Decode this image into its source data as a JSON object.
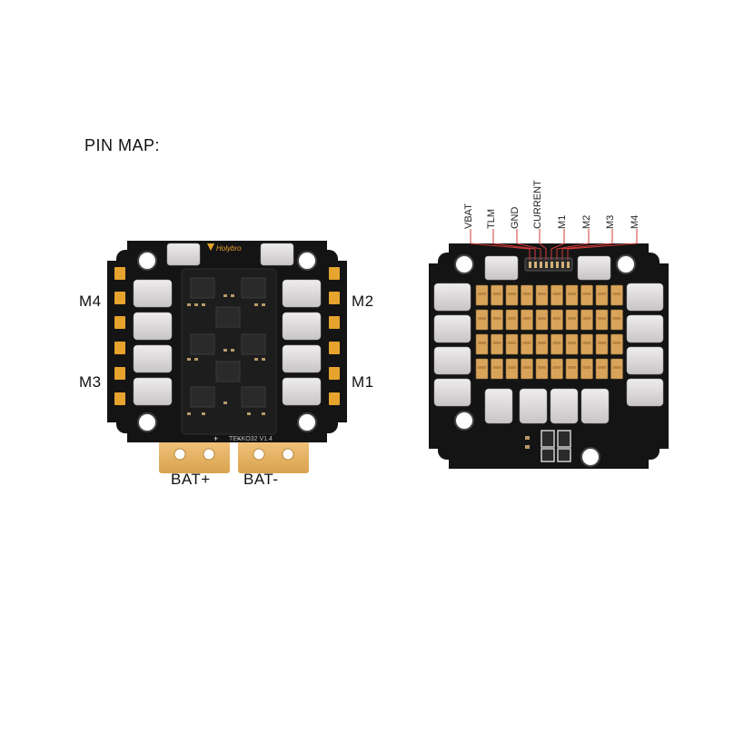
{
  "title": "PIN MAP:",
  "front_board": {
    "motor_labels": {
      "m4": "M4",
      "m3": "M3",
      "m2": "M2",
      "m1": "M1"
    },
    "battery_labels": {
      "positive": "BAT+",
      "negative": "BAT-"
    },
    "pad_polarity": {
      "positive": "+",
      "negative": "-"
    },
    "brand_text": "Holybro",
    "silkscreen": "TEKKO32 V1.4"
  },
  "back_board": {
    "pin_labels": [
      "VBAT",
      "TLM",
      "GND",
      "CURRENT",
      "M1",
      "M2",
      "M3",
      "M4"
    ]
  },
  "colors": {
    "pcb": "#141414",
    "pad_gold": "#e6a32e",
    "copper": "#e6b36a",
    "mosfet": "#d9a45a",
    "capacitor": "#d8d5d6",
    "callout_red": "#d13b3b"
  }
}
